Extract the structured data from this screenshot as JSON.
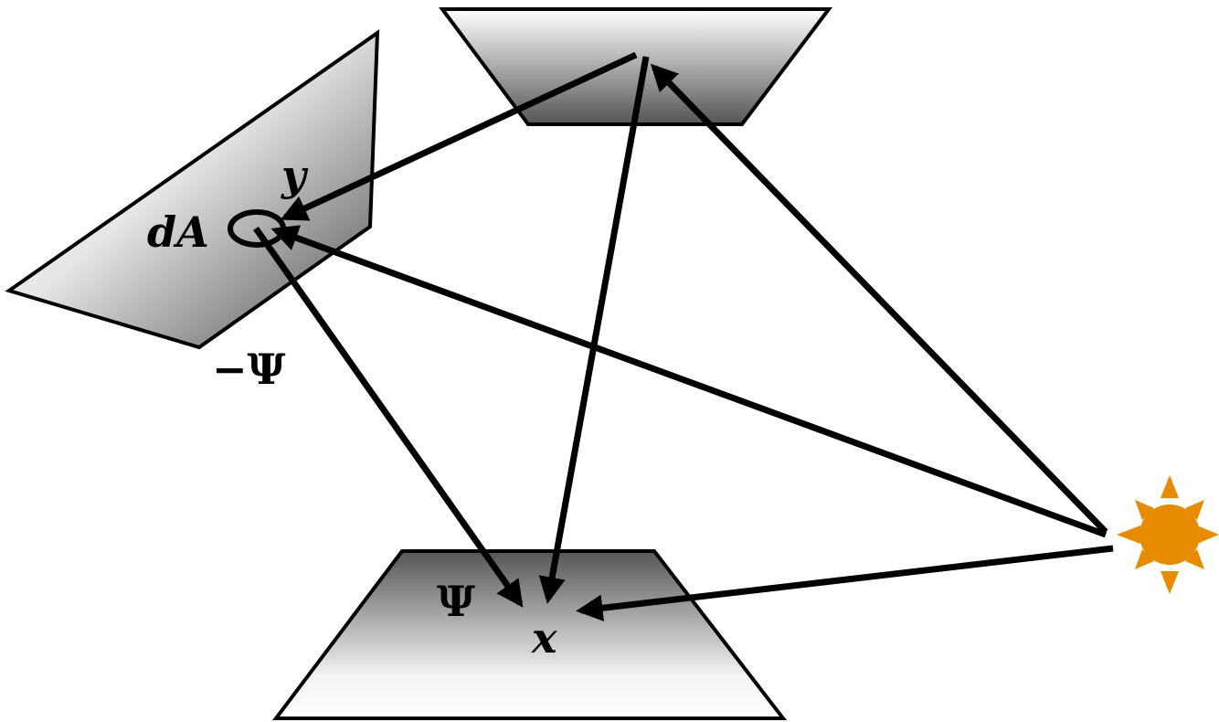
{
  "labels": {
    "dA": "dA",
    "y": "y",
    "neg_psi": "−Ψ",
    "psi": "Ψ",
    "x": "x"
  },
  "colors": {
    "stroke": "#000000",
    "surface_dark": "#555555",
    "surface_light": "#ffffff",
    "sun": "#E98B00"
  },
  "icons": {
    "light_source": "sun-icon"
  }
}
